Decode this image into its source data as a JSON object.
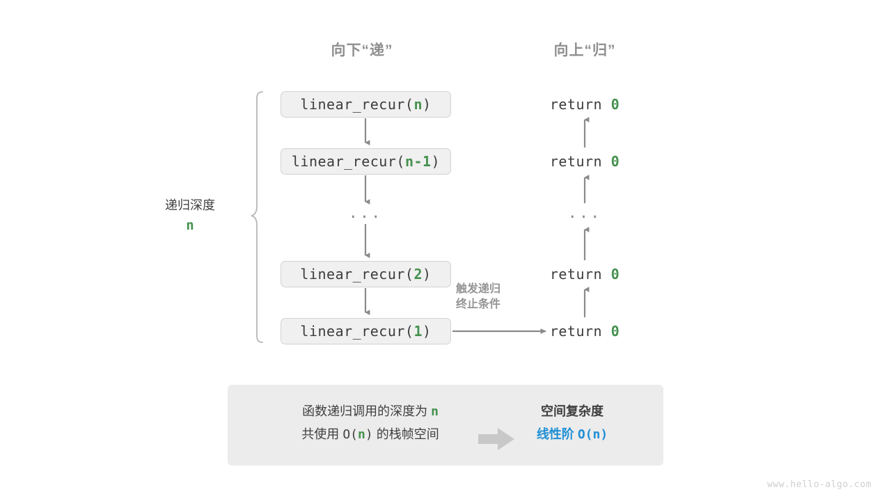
{
  "headers": {
    "down": "向下“递”",
    "up": "向上“归”"
  },
  "depth": {
    "label": "递归深度",
    "variable": "n"
  },
  "calls": [
    {
      "name": "linear_recur(",
      "arg": "n",
      "close": ")"
    },
    {
      "name": "linear_recur(",
      "arg": "n-1",
      "close": ")"
    },
    {
      "name": "linear_recur(",
      "arg": "2",
      "close": ")"
    },
    {
      "name": "linear_recur(",
      "arg": "1",
      "close": ")"
    }
  ],
  "returns": [
    {
      "keyword": "return",
      "value": "0"
    },
    {
      "keyword": "return",
      "value": "0"
    },
    {
      "keyword": "return",
      "value": "0"
    },
    {
      "keyword": "return",
      "value": "0"
    }
  ],
  "ellipsis": "···",
  "trigger_note": {
    "line1": "触发递归",
    "line2": "终止条件"
  },
  "summary": {
    "left_line1_pre": "函数递归调用的深度为 ",
    "left_line1_var": "n",
    "left_line2_pre": "共使用 ",
    "left_line2_o": "O(",
    "left_line2_var": "n",
    "left_line2_close": ")",
    "left_line2_post": " 的栈帧空间",
    "right_title": "空间复杂度",
    "right_value_text": "线性阶 ",
    "right_value_mono": "O(n)"
  },
  "watermark": "www.hello-algo.com",
  "colors": {
    "green": "#45914f",
    "blue": "#1f8fd6",
    "gray_arrow": "#8a8a8a",
    "box_fill": "#f0f0f0",
    "box_border": "#d2d2d2",
    "panel_fill": "#ececec",
    "header_gray": "#8f8f8f"
  }
}
